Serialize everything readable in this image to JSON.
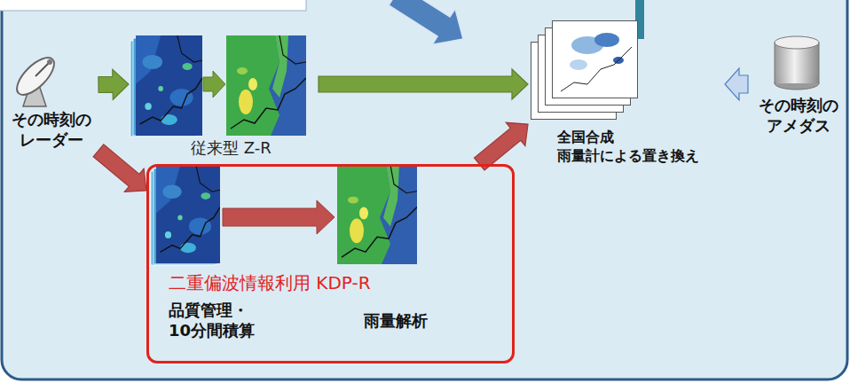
{
  "diagram": {
    "nodes": [
      {
        "text": [
          "その時刻の レーダー"
        ]
      },
      {
        "text": [
          "従来型 Z-R"
        ]
      },
      {
        "text": [
          "二重偏波情報利用 KDP-R",
          "品質管理・ 10分間積算",
          "雨量解析"
        ]
      },
      {
        "text": [
          "全国合成 雨量計による置き換え"
        ]
      },
      {
        "text": [
          "その時刻の アメダス"
        ]
      }
    ],
    "edges": [
      {
        "from": 0,
        "to": 1,
        "arrow": "to"
      },
      {
        "from": 1,
        "to": 3,
        "arrow": "to"
      },
      {
        "from": 0,
        "to": 2,
        "arrow": "to"
      },
      {
        "from": 2,
        "to": 3,
        "arrow": "to"
      },
      {
        "from": 4,
        "to": 3,
        "arrow": "to"
      }
    ]
  }
}
